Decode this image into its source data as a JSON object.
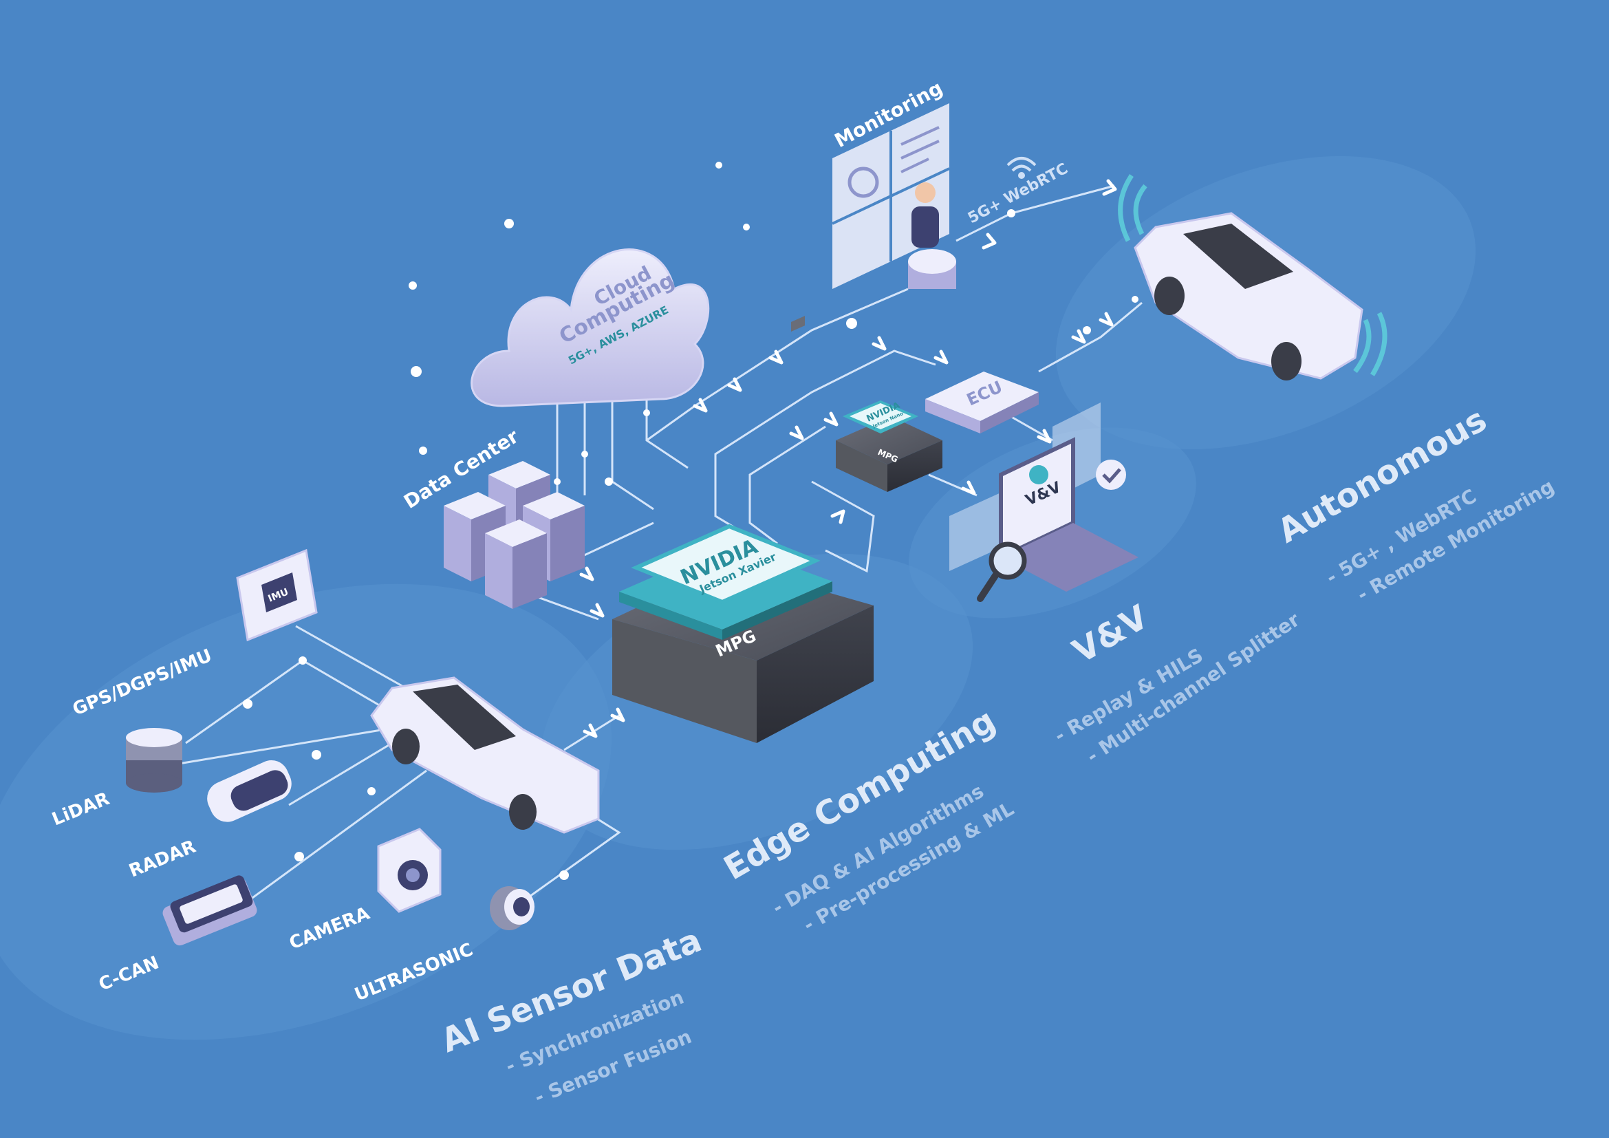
{
  "sensors": {
    "gps": "GPS/DGPS/IMU",
    "imu_chip": "IMU",
    "lidar": "LiDAR",
    "radar": "RADAR",
    "ccan": "C-CAN",
    "camera": "CAMERA",
    "ultrasonic": "ULTRASONIC"
  },
  "cloud": {
    "line1": "Cloud",
    "line2": "Computing",
    "line3": "5G+, AWS, AZURE"
  },
  "data_center": "Data Center",
  "monitoring": "Monitoring",
  "wireless": "5G+ WebRTC",
  "edge_device": {
    "chip_brand": "NVIDIA",
    "chip_model": "Jetson Xavier",
    "box_label": "MPG"
  },
  "small_device": {
    "chip_brand": "NVIDIA",
    "chip_model": "Jetson Nano",
    "box_label": "MPG"
  },
  "ecu": "ECU",
  "vv_screen": "V&V",
  "sections": {
    "ai_sensor": {
      "title": "AI Sensor Data",
      "items": [
        "- Synchronization",
        "- Sensor Fusion"
      ]
    },
    "edge": {
      "title": "Edge Computing",
      "items": [
        "- DAQ & AI Algorithms",
        "- Pre-processing & ML"
      ]
    },
    "vv": {
      "title": "V&V",
      "items": [
        "- Replay & HILS",
        "- Multi-channel Splitter"
      ]
    },
    "autonomous": {
      "title": "Autonomous",
      "items": [
        "- 5G+ , WebRTC",
        "- Remote Monitoring"
      ]
    }
  },
  "colors": {
    "background": "#4a86c6",
    "white": "#ffffff",
    "device_dark": "#3c3f48",
    "chip_teal": "#3fb3c4",
    "lavender": "#c9c8ee"
  }
}
